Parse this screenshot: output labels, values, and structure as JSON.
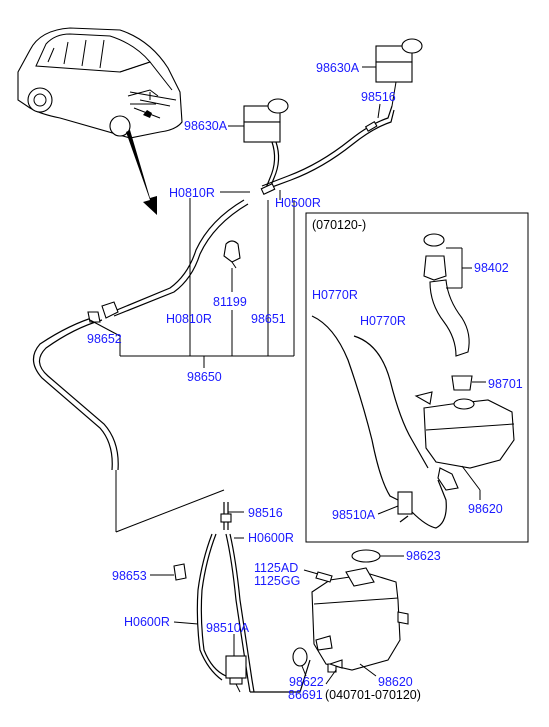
{
  "colors": {
    "label": "#1a1aff",
    "line": "#000000",
    "background": "#ffffff"
  },
  "icons": [
    "car-illustration",
    "arrow-icon"
  ],
  "labels": {
    "p98630A_top": "98630A",
    "p98516_top": "98516",
    "p98630A_left": "98630A",
    "H0810R_top": "H0810R",
    "H0500R": "H0500R",
    "p81199": "81199",
    "H0810R_mid": "H0810R",
    "p98651": "98651",
    "p98652": "98652",
    "p98650": "98650",
    "p98516_bottom": "98516",
    "H0600R_right": "H0600R",
    "p98653": "98653",
    "p1125AD": "1125AD",
    "p1125GG": "1125GG",
    "p98623": "98623",
    "H0600R_left": "H0600R",
    "p98510A_bottom": "98510A",
    "p98622": "98622",
    "p98620_bottom": "98620",
    "p86691": "86691",
    "range_bottom": "(040701-070120)"
  },
  "inset": {
    "title": "(070120-)",
    "labels": {
      "p98402": "98402",
      "H0770R_a": "H0770R",
      "H0770R_b": "H0770R",
      "p98701": "98701",
      "p98510A": "98510A",
      "p98620": "98620"
    }
  }
}
